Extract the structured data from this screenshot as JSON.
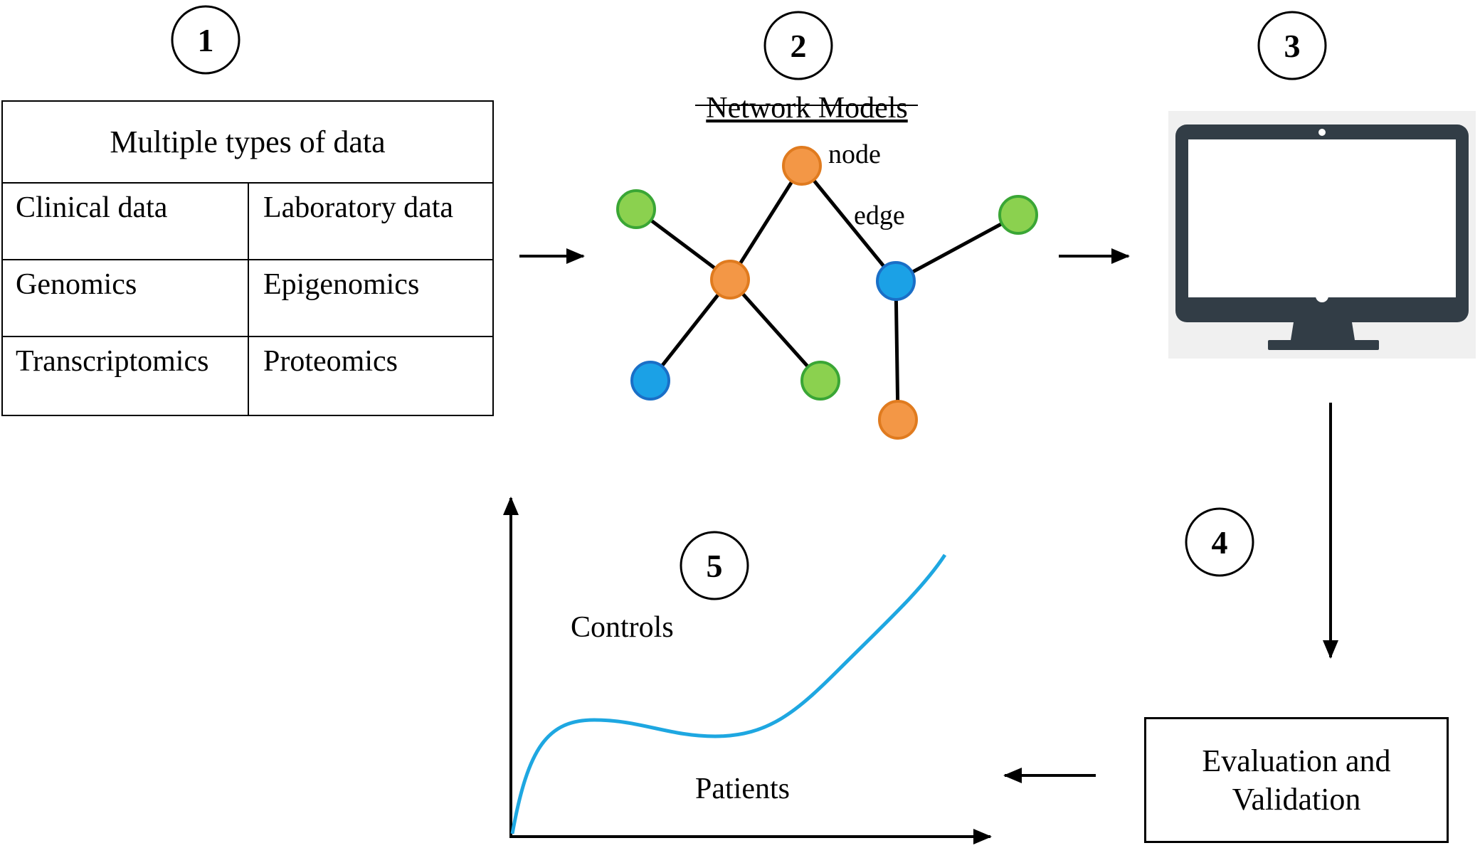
{
  "steps": [
    "1",
    "2",
    "3",
    "4",
    "5"
  ],
  "data_table": {
    "header": "Multiple types of data",
    "rows": [
      [
        "Clinical data",
        "Laboratory data"
      ],
      [
        "Genomics",
        "Epigenomics"
      ],
      [
        "Transcriptomics",
        "Proteomics"
      ]
    ]
  },
  "network": {
    "title": "Network Models",
    "node_label": "node",
    "edge_label": "edge",
    "colors": {
      "orange": "#f39746",
      "green": "#8bd14f",
      "blue": "#1ba1e6",
      "orange_stroke": "#e07b1f",
      "green_stroke": "#3aa635",
      "blue_stroke": "#1a6fc7"
    }
  },
  "computer": {
    "icon": "monitor-icon",
    "frame_color": "#323d46"
  },
  "evaluation": {
    "line1": "Evaluation and",
    "line2": "Validation"
  },
  "plot": {
    "curve_color": "#1ea7e1",
    "label_controls": "Controls",
    "label_patients": "Patients"
  }
}
